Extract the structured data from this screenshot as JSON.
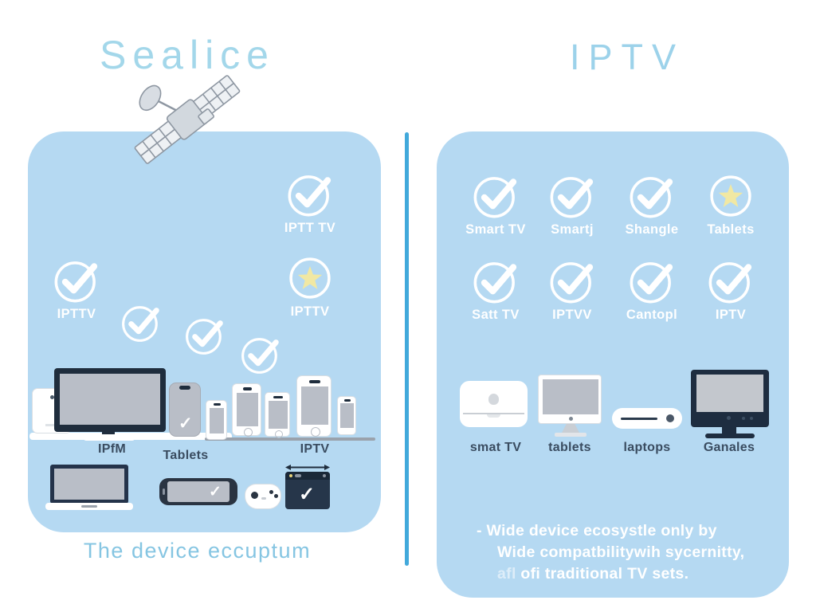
{
  "titles": {
    "left": "Sealice",
    "right": "IPTV"
  },
  "left_panel": {
    "badge_top": {
      "label": "IPTT TV",
      "icon": "check"
    },
    "badge_star": {
      "label": "IPTTV",
      "icon": "star"
    },
    "badge_left": {
      "label": "IPTTV",
      "icon": "check"
    },
    "device_labels": {
      "tv": "IPfM",
      "phone": "Tablets",
      "phones": "IPTV"
    },
    "caption": "The device eccuptum"
  },
  "right_panel": {
    "row1": [
      {
        "label": "Smart TV",
        "icon": "check"
      },
      {
        "label": "Smartj",
        "icon": "check"
      },
      {
        "label": "Shangle",
        "icon": "check"
      },
      {
        "label": "Tablets",
        "icon": "star"
      }
    ],
    "row2": [
      {
        "label": "Satt TV",
        "icon": "check"
      },
      {
        "label": "IPTVV",
        "icon": "check"
      },
      {
        "label": "Cantopl",
        "icon": "check"
      },
      {
        "label": "IPTV",
        "icon": "check"
      }
    ],
    "device_labels": [
      "smat TV",
      "tablets",
      "laptops",
      "Ganales"
    ],
    "notes": {
      "line1": "- Wide device ecosystle only by",
      "line2": "Wide compatbilitywih sycernitty,",
      "line3_dim": "afl",
      "line3_rest": "ofi traditional TV sets."
    }
  },
  "colors": {
    "panel_blue": "#b5d9f2",
    "divider_blue": "#42a9db",
    "title_blue": "#a3d7ea",
    "caption_blue": "#85c5e2",
    "navy": "#1f2d3d",
    "label_navy": "#3a4c60",
    "screen_gray": "#b9bec7",
    "star_yellow": "#f1e8a3"
  }
}
